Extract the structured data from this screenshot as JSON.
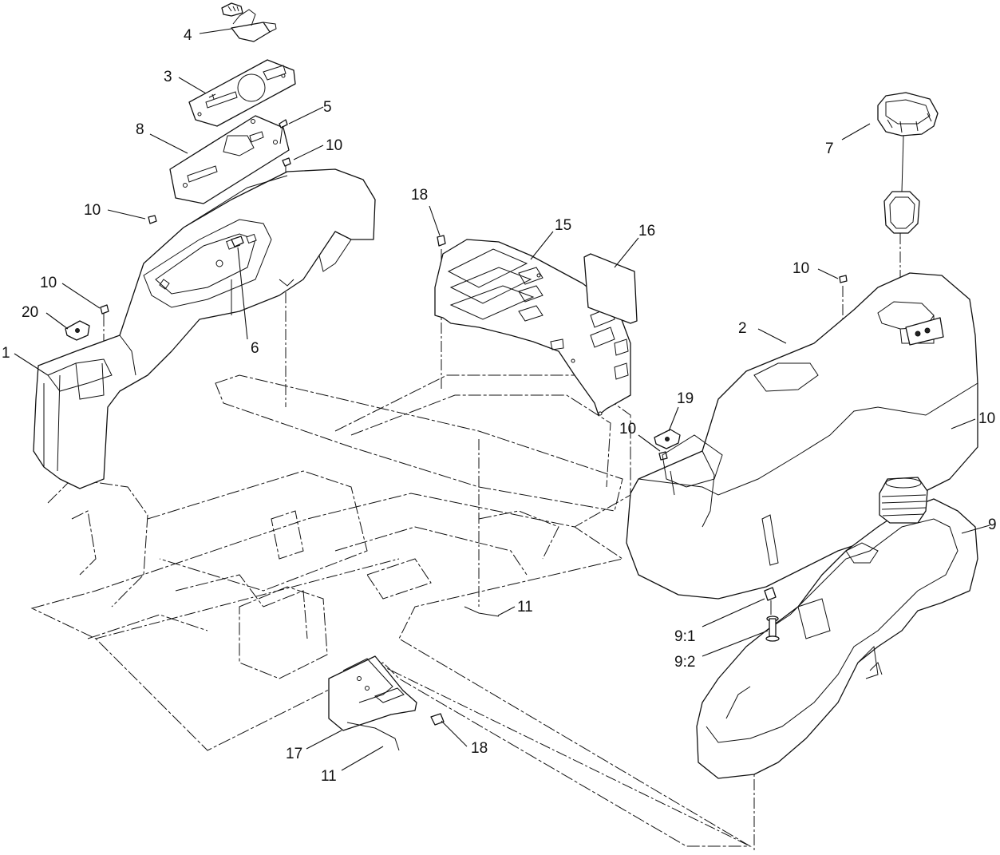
{
  "callouts": {
    "c1": "1",
    "c2": "2",
    "c3": "3",
    "c4": "4",
    "c5": "5",
    "c6": "6",
    "c7": "7",
    "c8": "8",
    "c9": "9",
    "c9_1": "9:1",
    "c9_2": "9:2",
    "c10_a": "10",
    "c10_b": "10",
    "c10_c": "10",
    "c10_d": "10",
    "c10_e": "10",
    "c10_f": "10",
    "c11_a": "11",
    "c11_b": "11",
    "c15": "15",
    "c16": "16",
    "c17": "17",
    "c18_a": "18",
    "c18_b": "18",
    "c19": "19",
    "c20": "20"
  }
}
